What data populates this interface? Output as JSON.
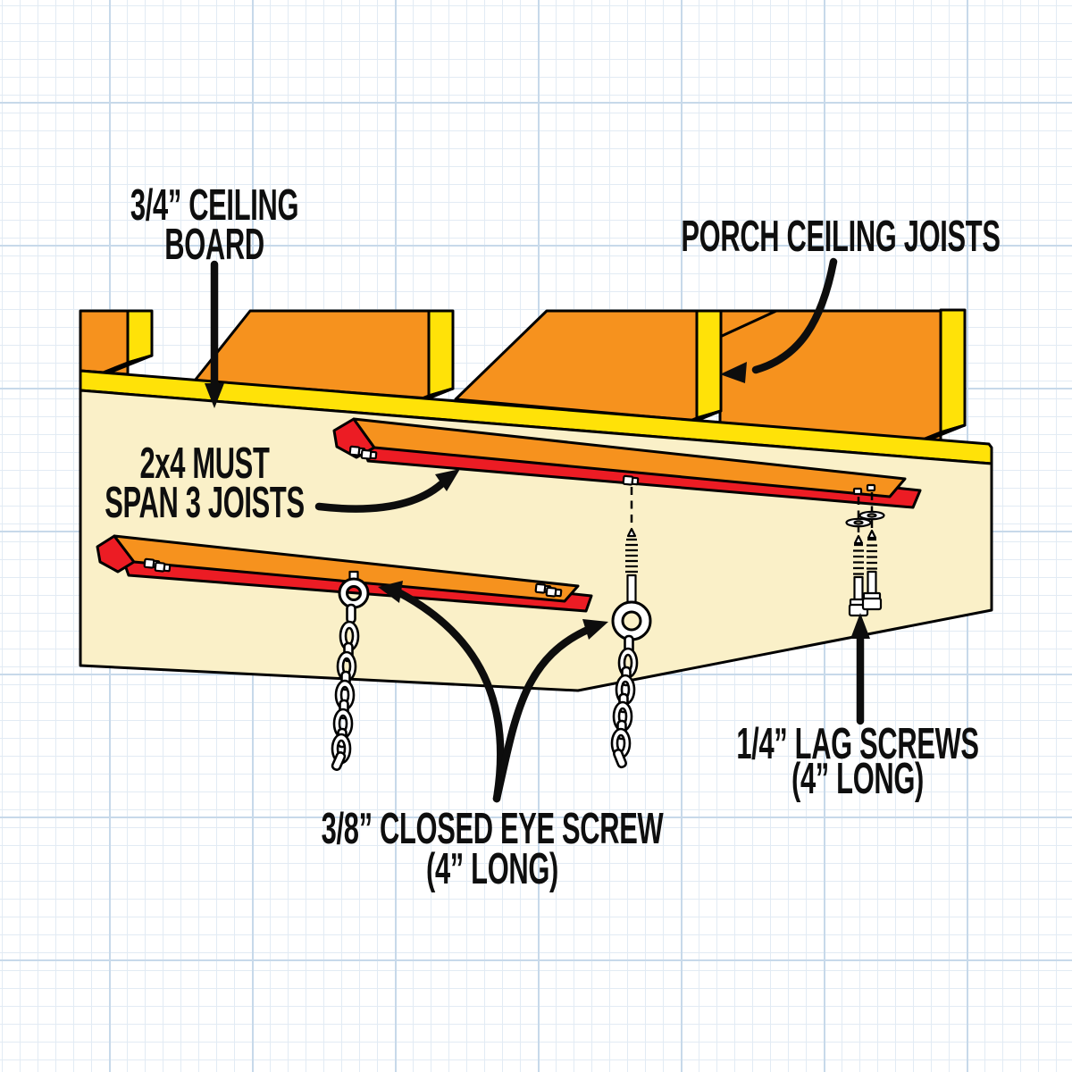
{
  "labels": {
    "ceiling_board": {
      "line1": "3/4” CEILING",
      "line2": "BOARD"
    },
    "porch_joists": {
      "line1": "PORCH CEILING JOISTS"
    },
    "two_by_four_rule": {
      "line1": "2x4 MUST",
      "line2": "SPAN 3 JOISTS"
    },
    "lag_screws": {
      "line1": "1/4” LAG SCREWS",
      "line2": "(4” LONG)"
    },
    "closed_eye_screw": {
      "line1": "3/8” CLOSED EYE SCREW",
      "line2": "(4” LONG)"
    }
  },
  "colors": {
    "joist_orange": "#F6921E",
    "edge_yellow": "#FFE208",
    "board_cream": "#FAF0C8",
    "cleat_red": "#EC1C24",
    "metal_white": "#FFFFFF",
    "outline": "#000000",
    "label_text": "#0E0E0E",
    "grid_minor": "#E2EBF4",
    "grid_major": "#C7D9EA"
  }
}
